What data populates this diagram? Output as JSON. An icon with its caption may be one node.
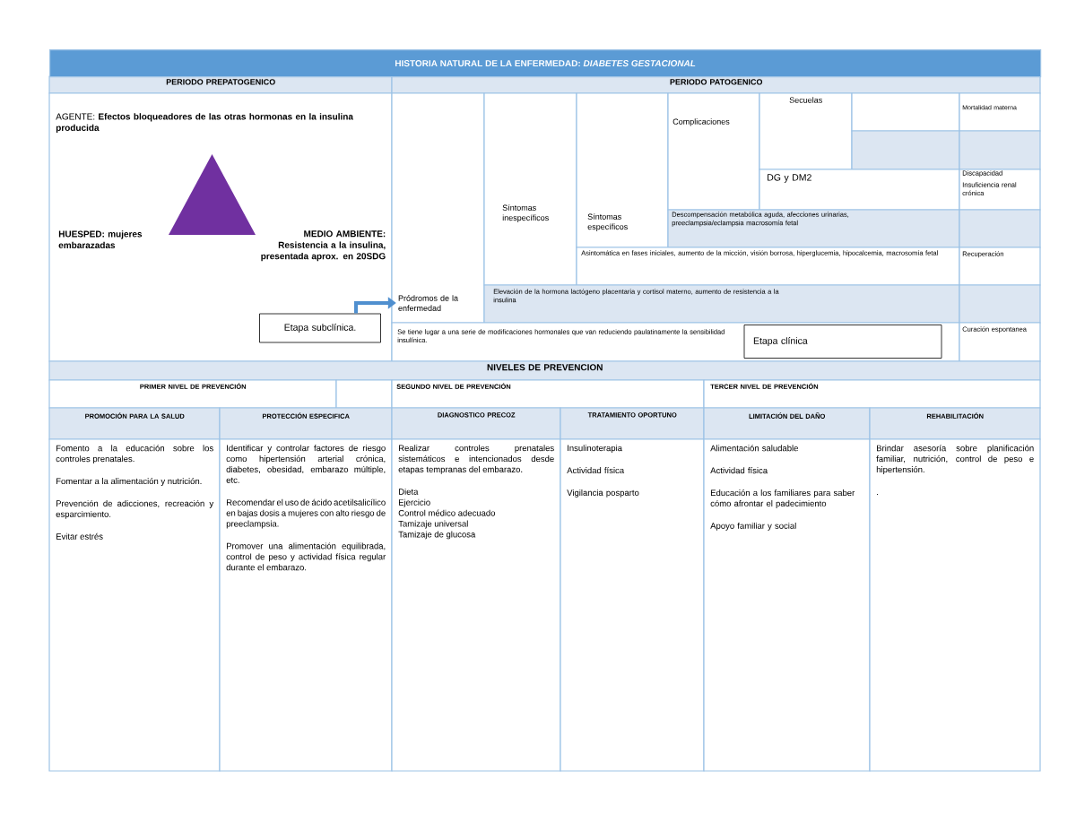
{
  "diagram": {
    "title": "HISTORIA NATURAL DE LA ENFERMEDAD: *DIABETES GESTACIONAL*",
    "nodes": [
      {
        "text": [],
        "shape": "triangle"
      },
      {
        "text": [
          "Pródromos de la enfermedad"
        ]
      },
      {
        "text": [
          "Etapa subclínica."
        ]
      },
      {
        "text": [
          "Etapa clínica"
        ]
      }
    ],
    "edges": [
      {
        "from": 2,
        "to": 1,
        "arrow": "to"
      }
    ],
    "labels": [
      "PERIODO PREPATOGENICO",
      "PERIODO PATOGENICO",
      "AGENTE: **Efectos bloqueadores de las otras hormonas en la insulina producida**",
      "Secuelas",
      "Mortalidad materna",
      "Complicaciones",
      "DG y DM2",
      "Discapacidad",
      "Insuficiencia renal crónica",
      "Síntomas inespecíficos",
      "Síntomas específicos",
      "Descompensación metabólica aguda, afecciones urinarias, preeclampsia/eclampsia  macrosomía fetal",
      "HUESPED: mujeres embarazadas",
      "MEDIO AMBIENTE: Resistencia a la insulina, presentada aprox. en 20SDG",
      "Asintomática en fases iniciales, aumento de la micción, visión borrosa, hiperglucemia, hipocalcemia, macrosomía fetal",
      "Recuperación",
      "Elevación de la hormona lactógeno placentaria y cortisol materno, aumento de resistencia a la insulina",
      "Se tiene lugar a una serie de modificaciones hormonales que van reduciendo paulatinamente la sensibilidad insulínica.",
      "Curación espontanea",
      "NIVELES DE PREVENCION",
      "PRIMER NIVEL DE PREVENCIÓN",
      "SEGUNDO NIVEL DE PREVENCIÓN",
      "TERCER NIVEL DE PREVENCIÓN",
      "PROMOCIÓN PARA LA SALUD",
      "PROTECCIÓN ESPECIFICA",
      "DIAGNOSTICO PRECOZ",
      "TRATAMIENTO OPORTUNO",
      "LIMITACIÓN DEL DAÑO",
      "REHABILITACIÓN",
      "Fomento a la educación sobre los controles prenatales.",
      "Fomentar a la alimentación y nutrición.",
      "Prevención de adicciones, recreación y esparcimiento.",
      "Evitar estrés",
      "Identificar y controlar factores de riesgo como hipertensión arterial crónica, diabetes, obesidad, embarazo múltiple, etc.",
      "Recomendar el uso de ácido acetilsalicílico en bajas dosis a mujeres con alto riesgo de preeclampsia.",
      "Promover una alimentación equilibrada, control de peso y actividad física regular durante el embarazo.",
      "Realizar controles prenatales sistemáticos e intencionados desde etapas tempranas del embarazo.",
      "Dieta",
      "Ejercicio",
      "Control médico adecuado",
      "Tamizaje universal",
      "Tamizaje de glucosa",
      "Insulinoterapia",
      "Actividad física",
      "Vigilancia posparto",
      "Alimentación saludable",
      "Actividad física",
      "Educación a los familiares para saber cómo afrontar el padecimiento",
      "Apoyo familiar y social",
      "Brindar asesoría sobre planificación familiar, nutrición, control de peso e hipertensión.",
      "."
    ]
  }
}
